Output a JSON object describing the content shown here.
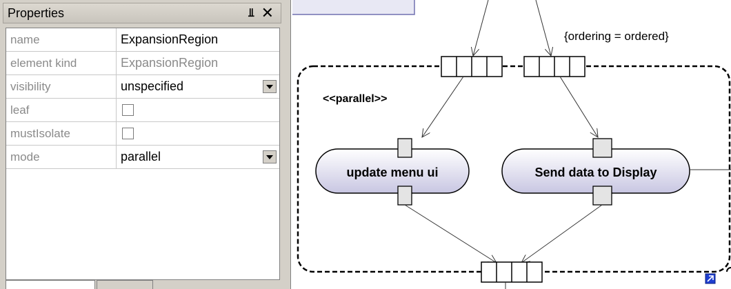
{
  "properties_panel": {
    "title": "Properties",
    "pin_icon": "pin-icon",
    "close_icon": "close-icon",
    "rows": [
      {
        "name": "name",
        "value": "ExpansionRegion"
      },
      {
        "name": "element kind",
        "value": "ExpansionRegion"
      },
      {
        "name": "visibility",
        "value": "unspecified"
      },
      {
        "name": "leaf",
        "value": ""
      },
      {
        "name": "mustIsolate",
        "value": ""
      },
      {
        "name": "mode",
        "value": "parallel"
      }
    ]
  },
  "diagram": {
    "ordering_label": "{ordering = ordered}",
    "stereotype": "<<parallel>>",
    "actions": [
      {
        "label": "update menu ui"
      },
      {
        "label": "Send data to Display"
      }
    ],
    "colors": {
      "action_fill_top": "#ffffff",
      "action_fill_bottom": "#c8c6e2",
      "pin_fill": "#e4e4e4",
      "region_border": "#000000",
      "resize_handle": "#1f3fd0"
    }
  }
}
